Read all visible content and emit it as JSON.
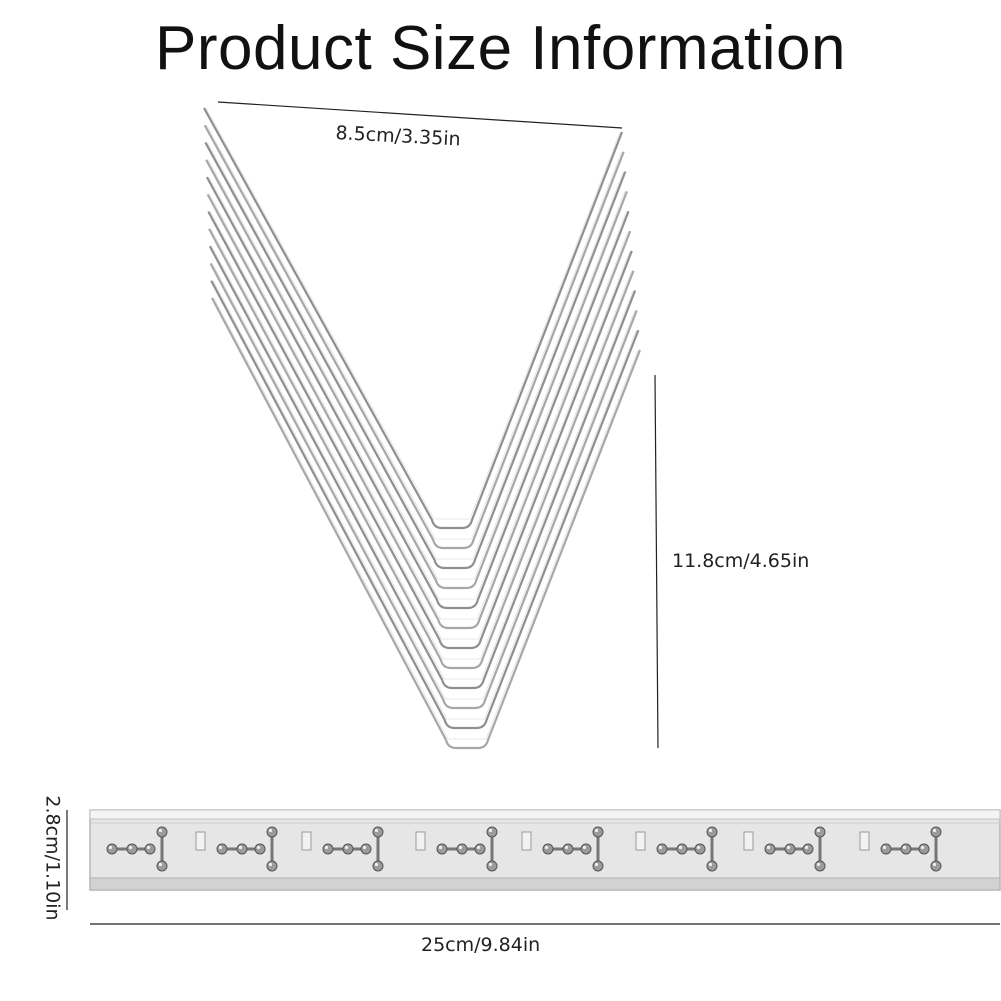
{
  "title": "Product Size Information",
  "dimensions": {
    "top_width": "8.5cm/3.35in",
    "height": "11.8cm/4.65in",
    "strip_width": "2.8cm/1.10in",
    "strip_length": "25cm/9.84in"
  },
  "colors": {
    "wire": "#9a9a9a",
    "strip_fill": "#e4e4e4",
    "dimension_line": "#222222"
  }
}
